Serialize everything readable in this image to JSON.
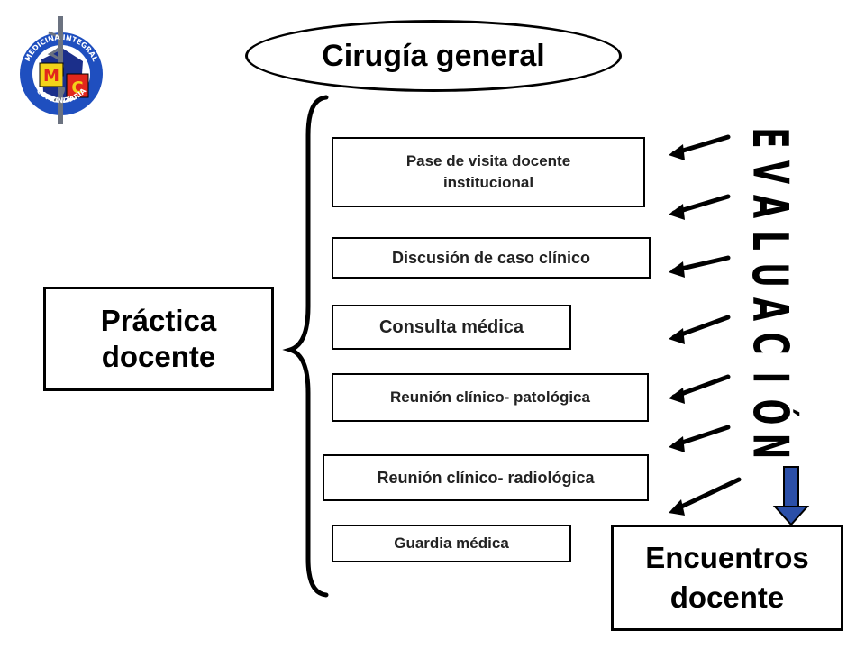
{
  "title": "Cirugía general",
  "logo": {
    "ring_top_text": "MEDICINA INTEGRAL",
    "ring_bottom_text": "COMUNITARIA",
    "monogram": [
      "M",
      "I",
      "C"
    ],
    "colors": {
      "ring": "#1f4fbf",
      "m": "#f3d21a",
      "c": "#e2271c",
      "map": "#1b2f8a"
    }
  },
  "practica": {
    "line1": "Práctica",
    "line2": "docente"
  },
  "activities": [
    {
      "line1": "Pase de visita docente",
      "line2": "institucional"
    },
    {
      "line1": "Discusión de caso clínico"
    },
    {
      "line1": "Consulta médica"
    },
    {
      "line1": "Reunión clínico- patológica"
    },
    {
      "line1": "Reunión clínico- radiológica"
    },
    {
      "line1": "Guardia médica"
    }
  ],
  "evaluation_letters": [
    "E",
    "V",
    "A",
    "L",
    "U",
    "A",
    "C",
    "I",
    "Ó",
    "N"
  ],
  "encuentros": {
    "line1": "Encuentros",
    "line2": "docente"
  },
  "colors": {
    "arrow_down": "#2b4fa8",
    "ink": "#000000"
  }
}
